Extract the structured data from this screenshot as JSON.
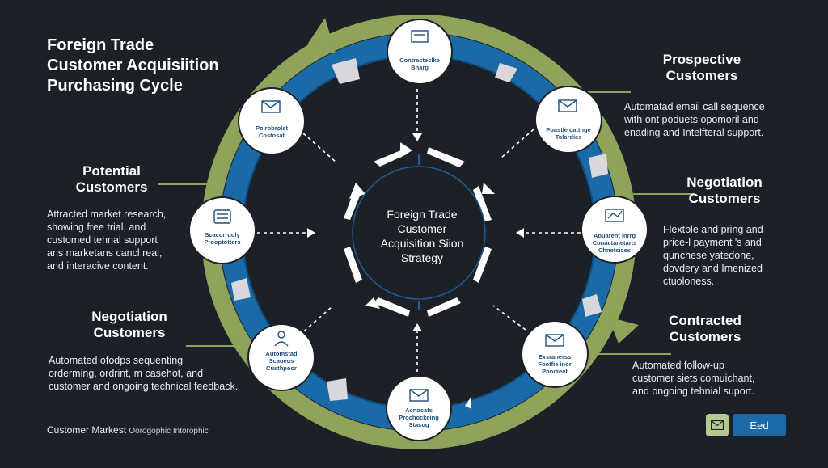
{
  "title": [
    "Foreign Trade",
    "Customer Acquisiition",
    "Purchasing Cycle"
  ],
  "center": [
    "Foreign Trade",
    "Customer",
    "Acquisition Siion",
    "Strategy"
  ],
  "left": {
    "potential": {
      "heading": [
        "Potential",
        "Customers"
      ],
      "desc": [
        "Attracted market research,",
        "showing free trial, and",
        "customed tehnal support",
        "ans marketans cancl real,",
        "and interacive content."
      ]
    },
    "negotiation": {
      "heading": [
        "Negotiation",
        "Customers"
      ],
      "desc": [
        "Automated ofodps sequenting",
        "orderming, ordrint, m casehot, and",
        "customer and ongoing technical feedback."
      ]
    }
  },
  "right": {
    "prospective": {
      "heading": [
        "Prospective",
        "Customers"
      ],
      "desc": [
        "Automatad email call sequence",
        "with ont poduets opomoril and",
        "enading and Intelfteral support."
      ]
    },
    "negotiation": {
      "heading": [
        "Negotiation",
        "Customers"
      ],
      "desc": [
        "Flextble and pring and",
        "price-l payment 's and",
        "qunchese yatedone,",
        "dovdery and Imenized",
        "ctuoloness."
      ]
    },
    "contracted": {
      "heading": [
        "Contracted",
        "Customers"
      ],
      "desc": [
        "Automated follow-up",
        "customer siets comuichant,",
        "and ongoing tehnial suport."
      ]
    }
  },
  "nodes": [
    {
      "label": [
        "Contracteclke",
        "Bnarg"
      ],
      "icon": "document-icon"
    },
    {
      "label": [
        "Poastle cattnge",
        "Tolardies"
      ],
      "icon": "envelope-icon"
    },
    {
      "label": [
        "Aouarent inrrg",
        "Conactanetarts",
        "Chnetsices"
      ],
      "icon": "chart-icon"
    },
    {
      "label": [
        "Exsranerss",
        "Footfie inor",
        "Pondieet"
      ],
      "icon": "envelope-icon"
    },
    {
      "label": [
        "Acnocats",
        "Prochockeing",
        "Stasug"
      ],
      "icon": "envelope-icon"
    },
    {
      "label": [
        "Automstad",
        "Scaoeus",
        "Custhpoor"
      ],
      "icon": "person-icon"
    },
    {
      "label": [
        "Scacorrudly",
        "Prooptotters"
      ],
      "icon": "list-icon"
    },
    {
      "label": [
        "Poirobrolst",
        "Costosat"
      ],
      "icon": "envelope-icon"
    }
  ],
  "footer": {
    "main": "Customer Markest",
    "sub": "Oorogophic Intorophic"
  },
  "end_button": "Eed",
  "colors": {
    "background": "#1c2128",
    "ring_outer": "#8fa35a",
    "ring_inner": "#1a6aa8",
    "node": "#ffffff",
    "accent_text": "#1f4e7c"
  }
}
